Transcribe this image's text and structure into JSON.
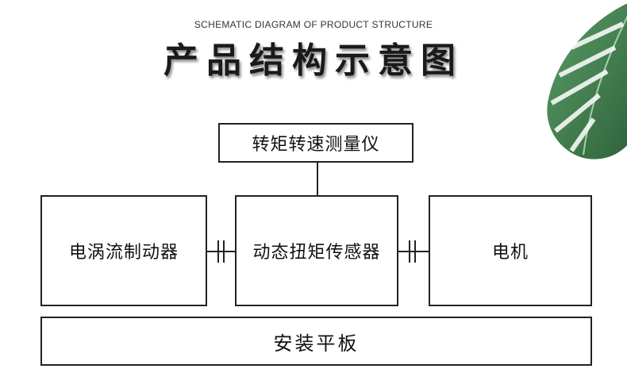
{
  "header": {
    "subtitle": "SCHEMATIC DIAGRAM OF PRODUCT STRUCTURE",
    "title": "产品结构示意图"
  },
  "diagram": {
    "top_box": "转矩转速测量仪",
    "left_box": "电涡流制动器",
    "middle_box": "动态扭矩传感器",
    "right_box": "电机",
    "base_box": "安装平板"
  },
  "colors": {
    "line": "#222222",
    "leaf_dark": "#2f6b3f",
    "leaf_light": "#4a8f5a"
  },
  "icons": {
    "decoration": "monstera-leaf-icon"
  }
}
